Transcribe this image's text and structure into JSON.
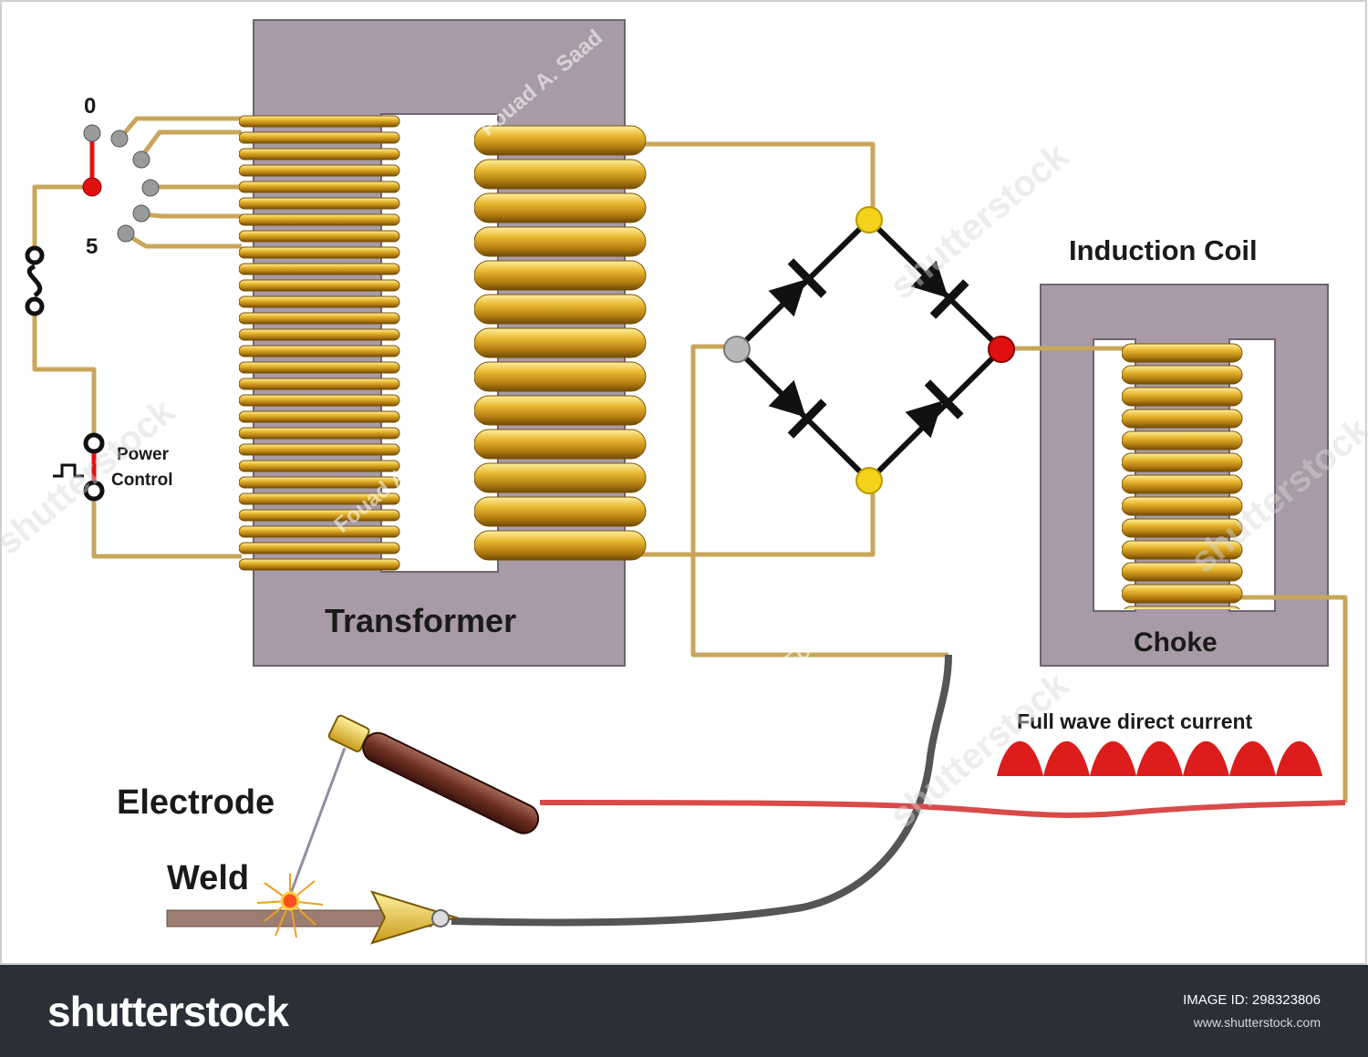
{
  "labels": {
    "switch_top": "0",
    "switch_bottom": "5",
    "power_control_line1": "Power",
    "power_control_line2": "Control",
    "transformer": "Transformer",
    "induction_coil": "Induction Coil",
    "choke": "Choke",
    "full_wave": "Full wave direct current",
    "electrode": "Electrode",
    "weld": "Weld"
  },
  "watermarks": {
    "author": "Fouad A. Saad",
    "brand": "shutterstock"
  },
  "footer": {
    "brand": "shutterstock",
    "image_id": "IMAGE ID: 298323806",
    "site": "www.shutterstock.com"
  },
  "colors": {
    "core": "#a89aa6",
    "copper": "#d6a923",
    "wire": "#c9a65a",
    "positive_cable": "#d94a4a",
    "ground_cable": "#555555",
    "dc_wave": "#dd1c1c",
    "footer_bg": "#2b2f37"
  }
}
